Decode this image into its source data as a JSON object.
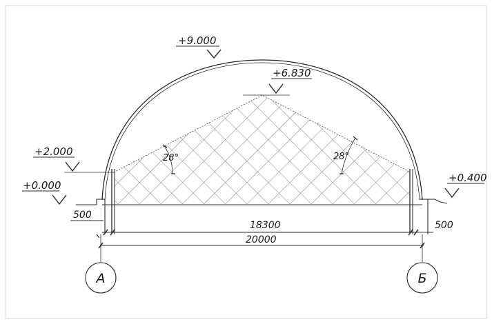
{
  "elevations": {
    "top": "+9.000",
    "pile_peak": "+6.830",
    "left_wall": "+2.000",
    "ground": "+0.000",
    "right_ground": "+0.400"
  },
  "angles": {
    "left": "28°",
    "right": "28°"
  },
  "dimensions": {
    "left_offset": "500",
    "right_offset": "500",
    "inner_span": "18300",
    "total_span": "20000"
  },
  "axes": {
    "left": "А",
    "right": "Б"
  },
  "colors": {
    "line": "#2a2a2a",
    "hatch": "#5a5a5a",
    "border": "#d8d8d8"
  }
}
